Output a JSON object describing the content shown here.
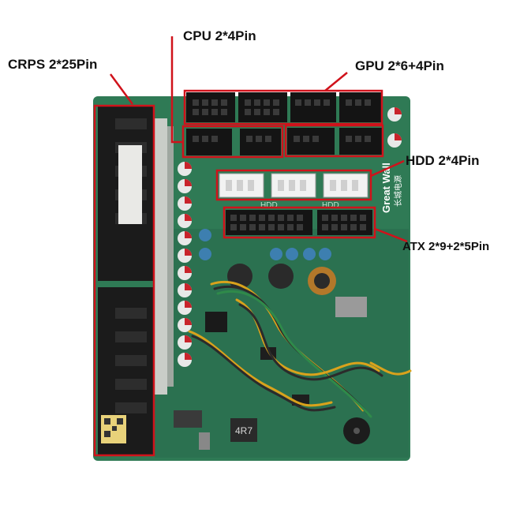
{
  "labels": {
    "crps": "CRPS 2*25Pin",
    "cpu": "CPU 2*4Pin",
    "gpu": "GPU 2*6+4Pin",
    "hdd": "HDD 2*4Pin",
    "atx": "ATX 2*9+2*5Pin"
  },
  "board": {
    "brand": "Great Wall",
    "brand_cn": "长城电源",
    "silk_hdd": "HDD",
    "silk_inductor": "4R7"
  },
  "colors": {
    "pcb": "#2f7a55",
    "pcb_dark": "#225f41",
    "highlight": "#d0121b",
    "connector": "#141414",
    "white_conn": "#f2f2f2"
  }
}
